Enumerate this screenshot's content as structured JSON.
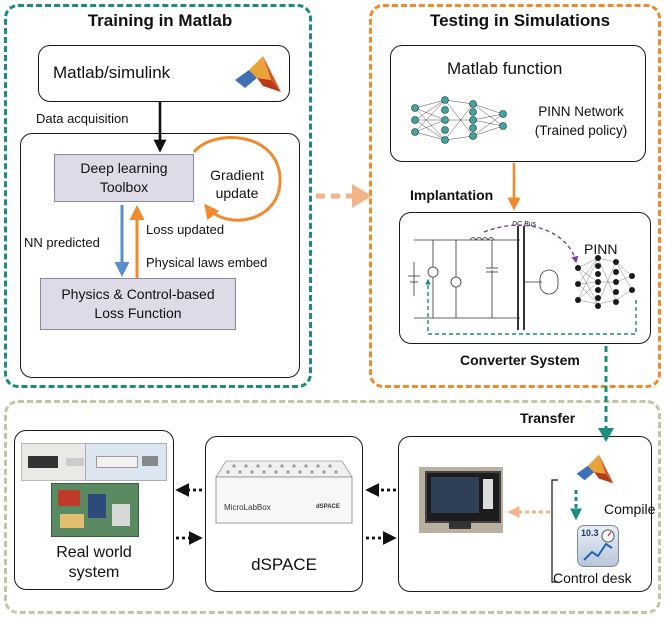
{
  "training": {
    "title": "Training in Matlab",
    "matlab_box": "Matlab/simulink",
    "data_acquisition": "Data acquisition",
    "dl_toolbox_line1": "Deep learning",
    "dl_toolbox_line2": "Toolbox",
    "gradient_line1": "Gradient",
    "gradient_line2": "update",
    "nn_predicted": "NN predicted",
    "loss_updated": "Loss updated",
    "physical_laws": "Physical laws embed",
    "loss_fn_line1": "Physics & Control-based",
    "loss_fn_line2": "Loss Function"
  },
  "testing": {
    "title": "Testing in Simulations",
    "matlab_function": "Matlab function",
    "pinn_network_line1": "PINN Network",
    "pinn_network_line2": "(Trained policy)",
    "implantation": "Implantation",
    "pinn_label": "PINN",
    "dc_bus": "DC Bus",
    "converter_system": "Converter System"
  },
  "deploy": {
    "transfer": "Transfer",
    "real_world_line1": "Real world",
    "real_world_line2": "system",
    "dspace": "dSPACE",
    "microlabbox_line1": "MicroLabBox",
    "microlabbox_brand": "dSPACE",
    "compile": "Compile",
    "control_desk": "Control desk",
    "controldesk_icon_text": "10.3"
  },
  "colors": {
    "teal": "#1a8c80",
    "orange": "#f08a2c",
    "olive": "#c6c4a2",
    "lavender": "#dedae8",
    "blue_arrow": "#5b8fc9"
  },
  "icons": [
    "matlab-logo-icon",
    "neural-network-icon",
    "controldesk-icon"
  ]
}
